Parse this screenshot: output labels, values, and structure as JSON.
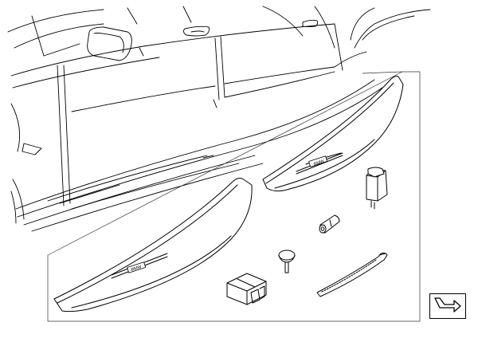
{
  "diagram": {
    "parts": [
      {
        "id": "sill-plate-front-right",
        "badge": "BMW"
      },
      {
        "id": "sill-plate-front-left",
        "badge": "BMW"
      },
      {
        "id": "adapter-plug"
      },
      {
        "id": "cable-connector"
      },
      {
        "id": "expanding-rivet"
      },
      {
        "id": "connector-housing"
      },
      {
        "id": "cable-tie"
      }
    ]
  },
  "navigation": {
    "icon": "return-arrow-icon"
  }
}
